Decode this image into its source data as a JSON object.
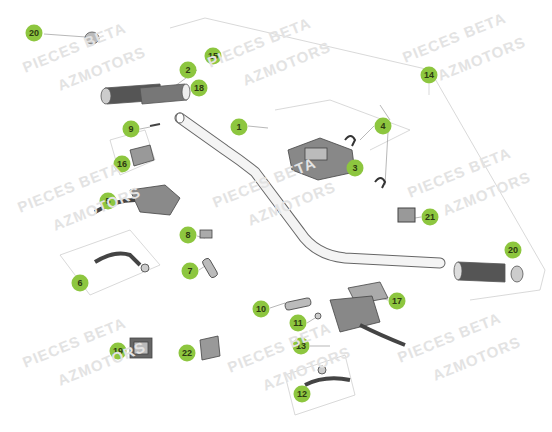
{
  "diagram": {
    "labels": [
      "20",
      "2",
      "15",
      "18",
      "14",
      "1",
      "4",
      "3",
      "9",
      "16",
      "5",
      "8",
      "6",
      "7",
      "21",
      "20",
      "17",
      "10",
      "11",
      "13",
      "19",
      "22",
      "12",
      "PIECES BETA",
      "AZMOTORS",
      "PIECES BETA",
      "AZMOTORS",
      "PIECES BETA",
      "AZMOTORS",
      "PIECES BETA",
      "AZMOTORS",
      "PIECES BETA",
      "AZMOTORS",
      "PIECES BETA",
      "AZMOTORS",
      "PIECES BETA",
      "AZMOTORS",
      "PIECES BETA",
      "AZMOTORS",
      "PIECES BETA",
      "AZMOTORS"
    ]
  }
}
